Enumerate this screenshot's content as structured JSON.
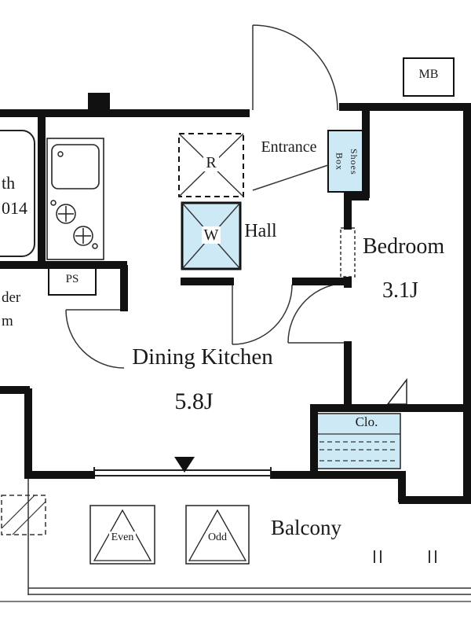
{
  "colors": {
    "fixture_blue": "#cde9f6",
    "wall": "#111111",
    "thin_line": "#333333"
  },
  "labels": {
    "meter_box": "MB",
    "entrance": "Entrance",
    "shoes_box_line1": "Shoes",
    "shoes_box_line2": "Box",
    "refrigerator": "R",
    "washer": "W",
    "hall": "Hall",
    "bath_cut_top": "th",
    "bath_cut_bottom": "014",
    "pipe_space": "PS",
    "powder_cut_top": "der",
    "powder_cut_bottom": "m",
    "bedroom": "Bedroom",
    "bedroom_size": "3.1J",
    "dining_kitchen": "Dining Kitchen",
    "dining_kitchen_size": "5.8J",
    "closet": "Clo.",
    "balcony": "Balcony",
    "hatch_even": "Even",
    "hatch_odd": "Odd"
  }
}
